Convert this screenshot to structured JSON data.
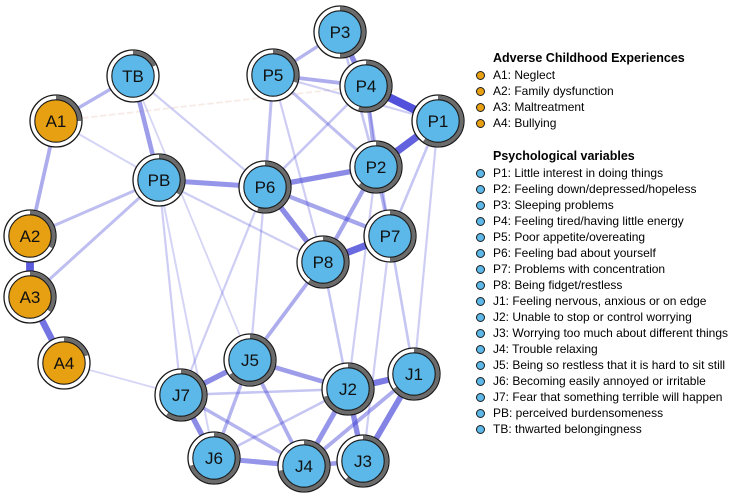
{
  "colors": {
    "ace_node": "#e8a013",
    "psych_node": "#5bb8e8",
    "node_border": "#1a1a1a",
    "edge_positive": "#3b3bd6",
    "edge_negative": "#d9a08a"
  },
  "nodes": [
    {
      "id": "A1",
      "label": "A1",
      "group": "ace",
      "pie": 0.25
    },
    {
      "id": "A2",
      "label": "A2",
      "group": "ace",
      "pie": 0.33
    },
    {
      "id": "A3",
      "label": "A3",
      "group": "ace",
      "pie": 0.35
    },
    {
      "id": "A4",
      "label": "A4",
      "group": "ace",
      "pie": 0.2
    },
    {
      "id": "TB",
      "label": "TB",
      "group": "psych",
      "pie": 0.18
    },
    {
      "id": "PB",
      "label": "PB",
      "group": "psych",
      "pie": 0.35
    },
    {
      "id": "P1",
      "label": "P1",
      "group": "psych",
      "pie": 0.6
    },
    {
      "id": "P2",
      "label": "P2",
      "group": "psych",
      "pie": 0.62
    },
    {
      "id": "P3",
      "label": "P3",
      "group": "psych",
      "pie": 0.5
    },
    {
      "id": "P4",
      "label": "P4",
      "group": "psych",
      "pie": 0.55
    },
    {
      "id": "P5",
      "label": "P5",
      "group": "psych",
      "pie": 0.3
    },
    {
      "id": "P6",
      "label": "P6",
      "group": "psych",
      "pie": 0.55
    },
    {
      "id": "P7",
      "label": "P7",
      "group": "psych",
      "pie": 0.5
    },
    {
      "id": "P8",
      "label": "P8",
      "group": "psych",
      "pie": 0.6
    },
    {
      "id": "J1",
      "label": "J1",
      "group": "psych",
      "pie": 0.65
    },
    {
      "id": "J2",
      "label": "J2",
      "group": "psych",
      "pie": 0.7
    },
    {
      "id": "J3",
      "label": "J3",
      "group": "psych",
      "pie": 0.62
    },
    {
      "id": "J4",
      "label": "J4",
      "group": "psych",
      "pie": 0.72
    },
    {
      "id": "J5",
      "label": "J5",
      "group": "psych",
      "pie": 0.65
    },
    {
      "id": "J6",
      "label": "J6",
      "group": "psych",
      "pie": 0.7
    },
    {
      "id": "J7",
      "label": "J7",
      "group": "psych",
      "pie": 0.6
    }
  ],
  "edges": [
    {
      "from": "P1",
      "to": "P4",
      "weight": 0.9
    },
    {
      "from": "P1",
      "to": "P2",
      "weight": 0.8
    },
    {
      "from": "P3",
      "to": "P4",
      "weight": 0.55
    },
    {
      "from": "P5",
      "to": "P4",
      "weight": 0.35
    },
    {
      "from": "P3",
      "to": "P5",
      "weight": 0.3
    },
    {
      "from": "A2",
      "to": "A3",
      "weight": 0.85
    },
    {
      "from": "A3",
      "to": "A4",
      "weight": 0.7
    },
    {
      "from": "A1",
      "to": "A2",
      "weight": 0.35
    },
    {
      "from": "A1",
      "to": "TB",
      "weight": 0.3
    },
    {
      "from": "A1",
      "to": "P4",
      "weight": 0.1,
      "negative": true
    },
    {
      "from": "A2",
      "to": "PB",
      "weight": 0.25
    },
    {
      "from": "A3",
      "to": "PB",
      "weight": 0.25
    },
    {
      "from": "TB",
      "to": "PB",
      "weight": 0.45
    },
    {
      "from": "PB",
      "to": "P6",
      "weight": 0.5
    },
    {
      "from": "PB",
      "to": "J7",
      "weight": 0.15
    },
    {
      "from": "PB",
      "to": "P8",
      "weight": 0.15
    },
    {
      "from": "P6",
      "to": "P2",
      "weight": 0.55
    },
    {
      "from": "P6",
      "to": "P8",
      "weight": 0.55
    },
    {
      "from": "P6",
      "to": "P7",
      "weight": 0.4
    },
    {
      "from": "P6",
      "to": "P5",
      "weight": 0.25
    },
    {
      "from": "P6",
      "to": "P4",
      "weight": 0.2
    },
    {
      "from": "P8",
      "to": "P7",
      "weight": 0.75
    },
    {
      "from": "P8",
      "to": "P2",
      "weight": 0.4
    },
    {
      "from": "P8",
      "to": "J5",
      "weight": 0.35
    },
    {
      "from": "P7",
      "to": "P2",
      "weight": 0.3
    },
    {
      "from": "P2",
      "to": "P4",
      "weight": 0.35
    },
    {
      "from": "P2",
      "to": "P5",
      "weight": 0.25
    },
    {
      "from": "P7",
      "to": "P1",
      "weight": 0.2
    },
    {
      "from": "P7",
      "to": "J1",
      "weight": 0.2
    },
    {
      "from": "J5",
      "to": "J7",
      "weight": 0.55
    },
    {
      "from": "J5",
      "to": "J2",
      "weight": 0.45
    },
    {
      "from": "J5",
      "to": "J4",
      "weight": 0.35
    },
    {
      "from": "J5",
      "to": "J6",
      "weight": 0.3
    },
    {
      "from": "J7",
      "to": "J6",
      "weight": 0.55
    },
    {
      "from": "J6",
      "to": "J4",
      "weight": 0.5
    },
    {
      "from": "J4",
      "to": "J3",
      "weight": 0.45
    },
    {
      "from": "J4",
      "to": "J2",
      "weight": 0.5
    },
    {
      "from": "J2",
      "to": "J1",
      "weight": 0.65
    },
    {
      "from": "J2",
      "to": "J3",
      "weight": 0.55
    },
    {
      "from": "J1",
      "to": "J3",
      "weight": 0.6
    },
    {
      "from": "J1",
      "to": "J4",
      "weight": 0.35
    },
    {
      "from": "J7",
      "to": "J2",
      "weight": 0.2
    },
    {
      "from": "J6",
      "to": "J2",
      "weight": 0.2
    },
    {
      "from": "J7",
      "to": "J4",
      "weight": 0.3
    },
    {
      "from": "TB",
      "to": "P6",
      "weight": 0.15
    },
    {
      "from": "TB",
      "to": "J5",
      "weight": 0.1
    },
    {
      "from": "P5",
      "to": "P8",
      "weight": 0.15
    },
    {
      "from": "P6",
      "to": "J7",
      "weight": 0.15
    },
    {
      "from": "P2",
      "to": "J2",
      "weight": 0.15
    },
    {
      "from": "P1",
      "to": "J1",
      "weight": 0.15
    },
    {
      "from": "P3",
      "to": "P2",
      "weight": 0.2
    },
    {
      "from": "P4",
      "to": "P7",
      "weight": 0.2
    },
    {
      "from": "P8",
      "to": "J2",
      "weight": 0.2
    },
    {
      "from": "P6",
      "to": "J5",
      "weight": 0.15
    },
    {
      "from": "PB",
      "to": "J6",
      "weight": 0.12
    },
    {
      "from": "A4",
      "to": "J7",
      "weight": 0.1
    },
    {
      "from": "A1",
      "to": "PB",
      "weight": 0.12
    },
    {
      "from": "P7",
      "to": "J3",
      "weight": 0.15
    },
    {
      "from": "P5",
      "to": "P1",
      "weight": 0.15
    }
  ],
  "legend": {
    "groups": [
      {
        "title": "Adverse Childhood Experiences",
        "color": "#e8a013",
        "items": [
          "A1: Neglect",
          "A2: Family dysfunction",
          "A3: Maltreatment",
          "A4: Bullying"
        ]
      },
      {
        "title": "Psychological variables",
        "color": "#5bb8e8",
        "items": [
          "P1: Little interest in doing things",
          "P2: Feeling down/depressed/hopeless",
          "P3: Sleeping problems",
          "P4:  Feeling tired/having little energy",
          "P5: Poor appetite/overeating",
          "P6: Feeling bad about yourself",
          "P7: Problems with concentration",
          "P8: Being fidget/restless",
          "J1: Feeling nervous, anxious or on edge",
          "J2: Unable to stop or control worrying",
          "J3: Worrying too much about different things",
          "J4: Trouble relaxing",
          "J5:  Being so restless that it is hard to sit still",
          "J6: Becoming easily annoyed or irritable",
          "J7: Fear that something terrible will happen",
          "PB: perceived burdensomeness",
          "TB: thwarted belongingness"
        ]
      }
    ]
  }
}
